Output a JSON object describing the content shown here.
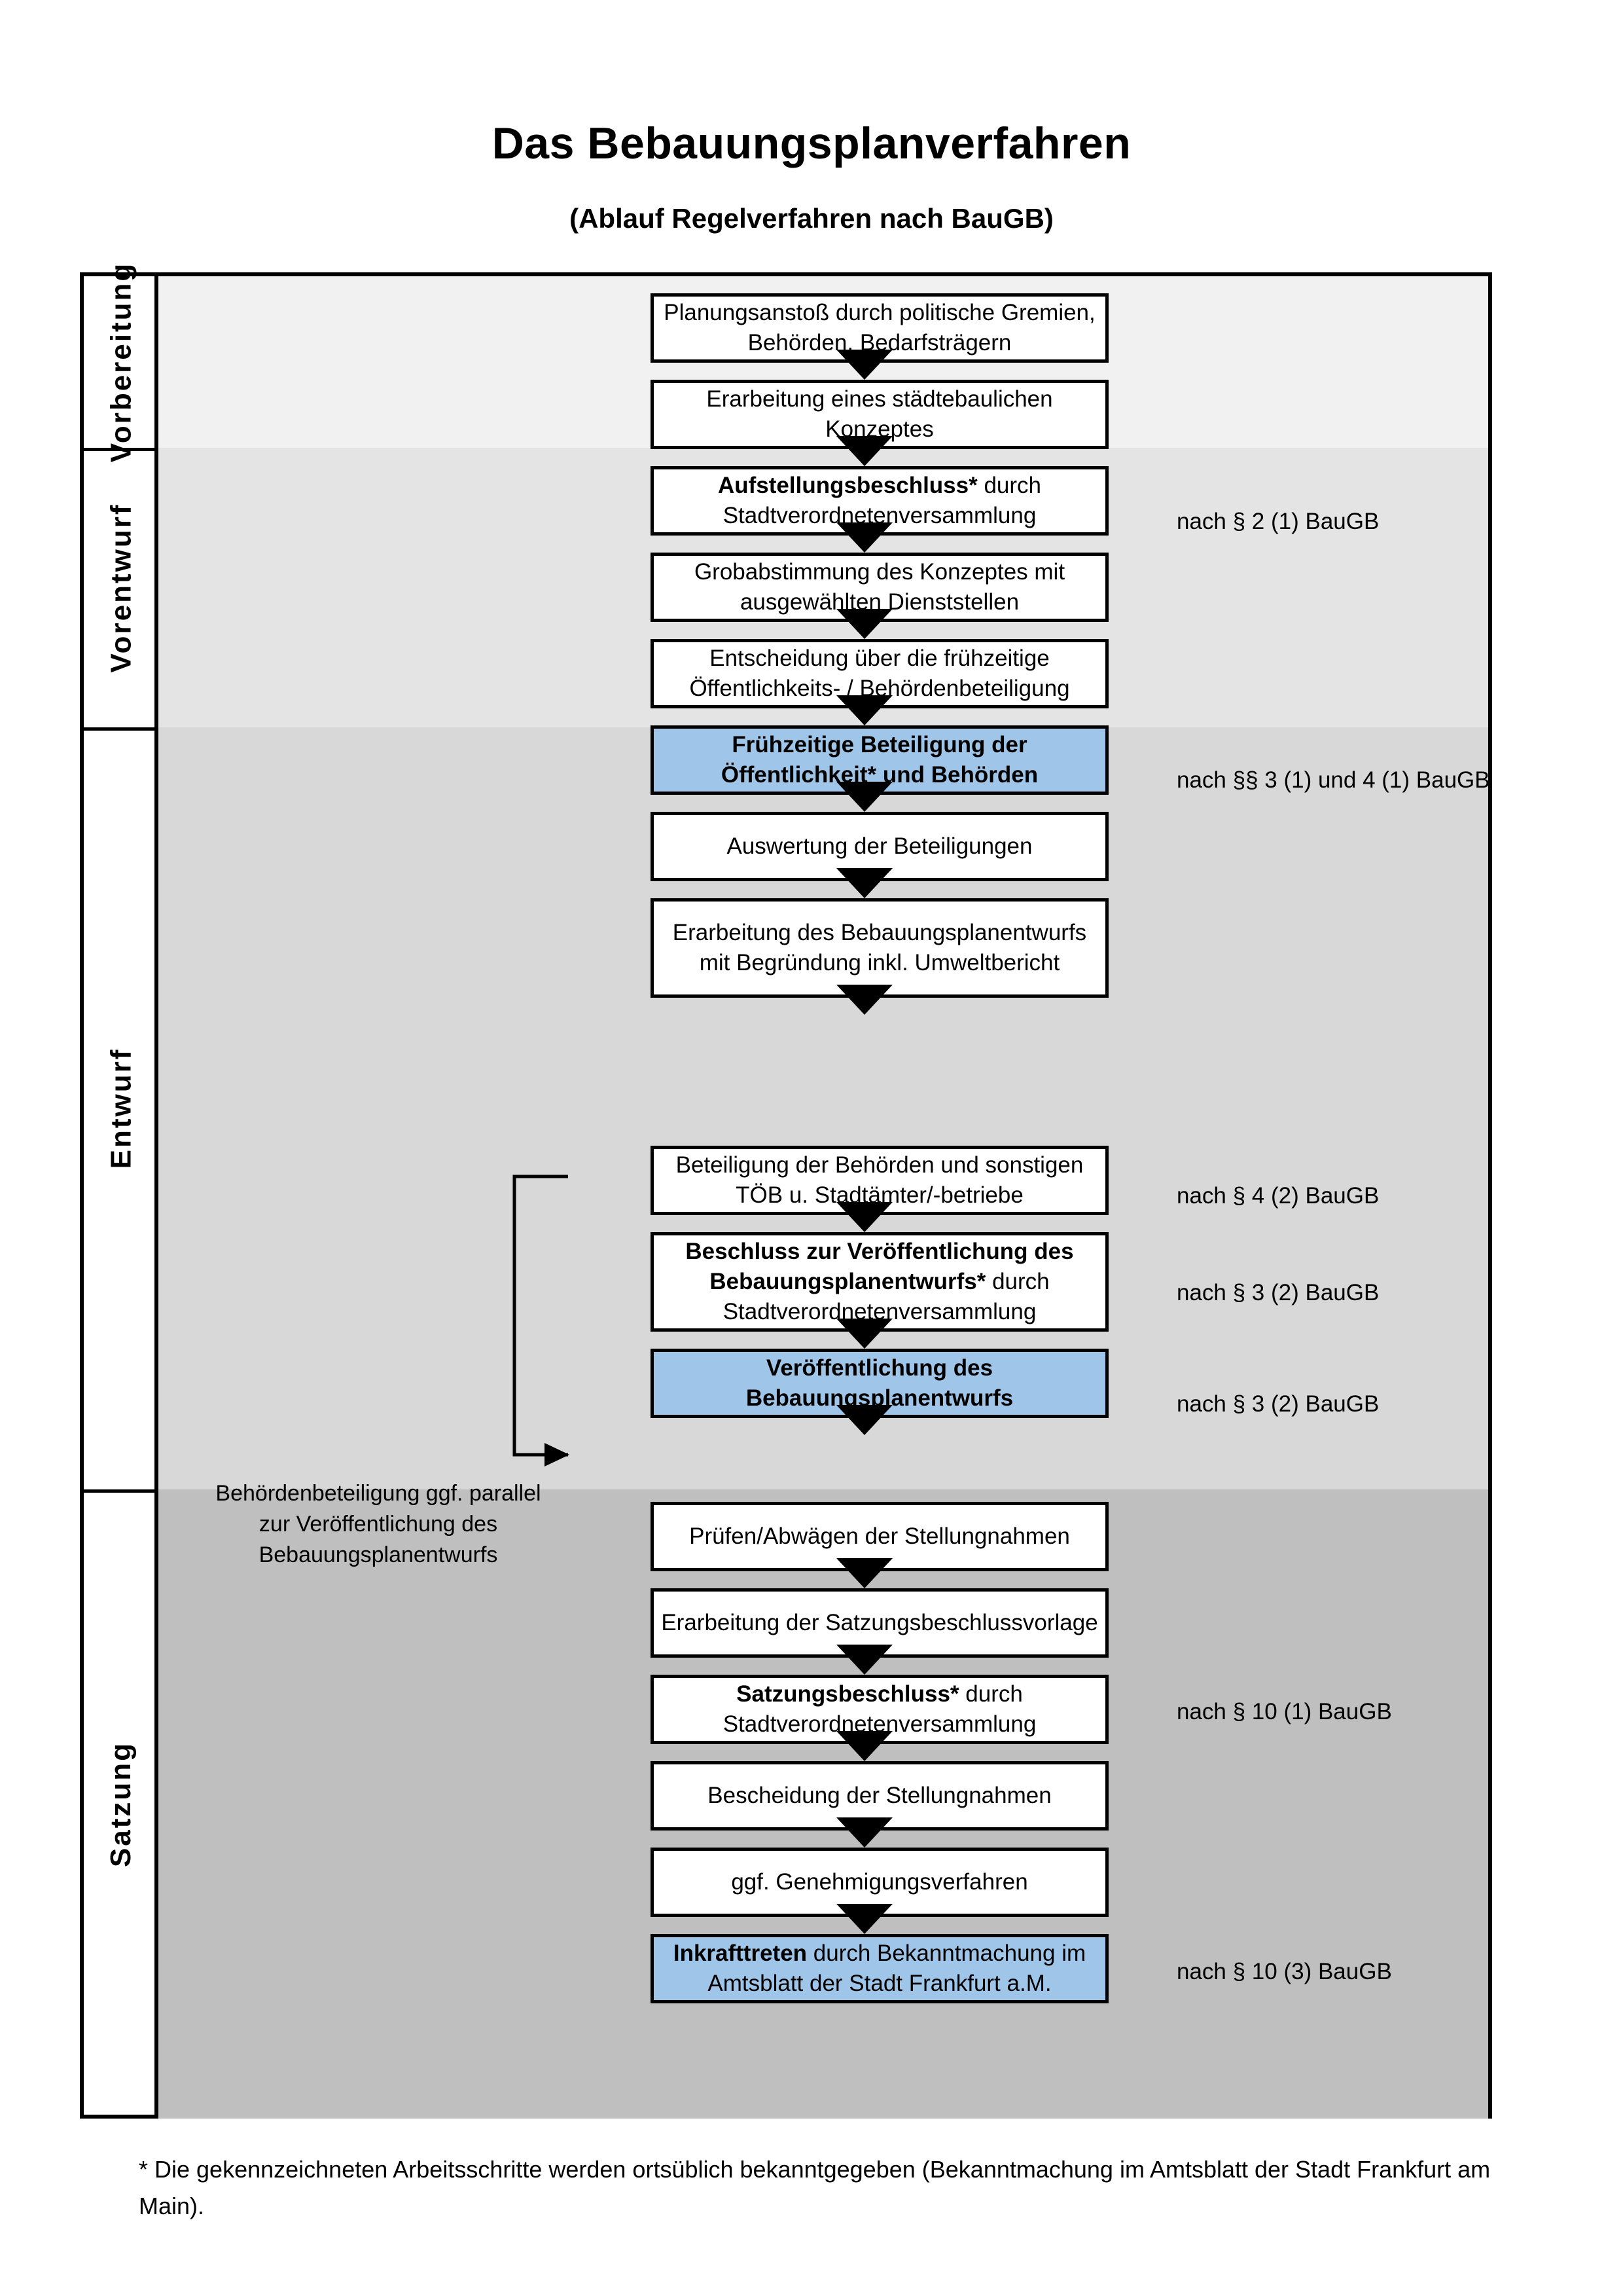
{
  "title": "Das Bebauungsplanverfahren",
  "subtitle": "(Ablauf Regelverfahren nach BauGB)",
  "colors": {
    "highlight_blue": "#9fc5e8",
    "band_vorbereitung": "#f1f1f1",
    "band_vorentwurf": "#e4e4e4",
    "band_entwurf": "#d8d8d8",
    "band_satzung": "#bfbfbf"
  },
  "phases": [
    {
      "label": "Vorbereitung"
    },
    {
      "label": "Vorentwurf"
    },
    {
      "label": "Entwurf"
    },
    {
      "label": "Satzung"
    }
  ],
  "steps": [
    {
      "id": "planungsanstoss",
      "phase": "Vorbereitung",
      "text": "Planungsanstoß durch politische Gremien, Behörden, Bedarfsträgern",
      "bold_prefix": "",
      "highlight": false
    },
    {
      "id": "konzept",
      "phase": "Vorbereitung",
      "text": "Erarbeitung eines städtebaulichen Konzeptes",
      "bold_prefix": "",
      "highlight": false
    },
    {
      "id": "aufstellungsbeschluss",
      "phase": "Vorbereitung",
      "bold_prefix": "Aufstellungsbeschluss*",
      "text": " durch Stadtverordnetenversammlung",
      "highlight": false
    },
    {
      "id": "grobabstimmung",
      "phase": "Vorentwurf",
      "text": "Grobabstimmung des Konzeptes mit ausgewählten Dienststellen",
      "bold_prefix": "",
      "highlight": false
    },
    {
      "id": "entscheidung-fruehzeitig",
      "phase": "Vorentwurf",
      "text": "Entscheidung über die frühzeitige Öffentlichkeits- / Behördenbeteiligung",
      "bold_prefix": "",
      "highlight": false
    },
    {
      "id": "fruehzeitige-beteiligung",
      "phase": "Vorentwurf",
      "bold_prefix": "Frühzeitige Beteiligung der Öffentlichkeit* und Behörden",
      "text": "",
      "highlight": true
    },
    {
      "id": "auswertung",
      "phase": "Entwurf",
      "text": "Auswertung der Beteiligungen",
      "bold_prefix": "",
      "highlight": false
    },
    {
      "id": "erarbeitung-entwurf",
      "phase": "Entwurf",
      "text": "Erarbeitung des Bebauungsplanentwurfs mit Begründung inkl. Umweltbericht",
      "bold_prefix": "",
      "highlight": false
    },
    {
      "id": "beteiligung-behoerden",
      "phase": "Entwurf",
      "text": "Beteiligung der Behörden und sonstigen TÖB u. Stadtämter/-betriebe",
      "bold_prefix": "",
      "highlight": false
    },
    {
      "id": "beschluss-veroeffentlichung",
      "phase": "Entwurf",
      "bold_prefix": "Beschluss zur Veröffentlichung des Bebauungsplanentwurfs*",
      "text": " durch Stadtverordnetenversammlung",
      "highlight": false
    },
    {
      "id": "veroeffentlichung",
      "phase": "Entwurf",
      "bold_prefix": "Veröffentlichung des Bebauungsplanentwurfs",
      "text": "",
      "highlight": true
    },
    {
      "id": "pruefen-abwaegen",
      "phase": "Satzung",
      "text": "Prüfen/Abwägen der Stellungnahmen",
      "bold_prefix": "",
      "highlight": false
    },
    {
      "id": "satzungsbeschlussvorlage",
      "phase": "Satzung",
      "text": "Erarbeitung der Satzungsbeschlussvorlage",
      "bold_prefix": "",
      "highlight": false
    },
    {
      "id": "satzungsbeschluss",
      "phase": "Satzung",
      "bold_prefix": "Satzungsbeschluss*",
      "text": " durch Stadtverordnetenversammlung",
      "highlight": false
    },
    {
      "id": "bescheidung",
      "phase": "Satzung",
      "text": "Bescheidung der Stellungnahmen",
      "bold_prefix": "",
      "highlight": false
    },
    {
      "id": "genehmigungsverfahren",
      "phase": "Satzung",
      "text": "ggf. Genehmigungsverfahren",
      "bold_prefix": "",
      "highlight": false
    },
    {
      "id": "inkrafttreten",
      "phase": "Satzung",
      "bold_prefix": "Inkrafttreten",
      "text": " durch Bekanntmachung im Amtsblatt der Stadt Frankfurt a.M.",
      "highlight": true
    }
  ],
  "references": [
    {
      "id": "ref-2-1",
      "text": "nach § 2 (1) BauGB"
    },
    {
      "id": "ref-3-1-4-1",
      "text": "nach §§ 3 (1) und 4 (1) BauGB"
    },
    {
      "id": "ref-4-2",
      "text": "nach § 4 (2) BauGB"
    },
    {
      "id": "ref-3-2-a",
      "text": "nach § 3 (2) BauGB"
    },
    {
      "id": "ref-3-2-b",
      "text": "nach § 3 (2) BauGB"
    },
    {
      "id": "ref-10-1",
      "text": "nach § 10 (1) BauGB"
    },
    {
      "id": "ref-10-3",
      "text": "nach § 10 (3) BauGB"
    }
  ],
  "sidenote": "Behördenbeteiligung ggf. parallel zur Veröffentlichung des Bebauungsplanentwurfs",
  "footnote": "* Die gekennzeichneten Arbeitsschritte werden ortsüblich bekanntgegeben (Bekanntmachung im Amtsblatt  der Stadt Frankfurt am Main)."
}
